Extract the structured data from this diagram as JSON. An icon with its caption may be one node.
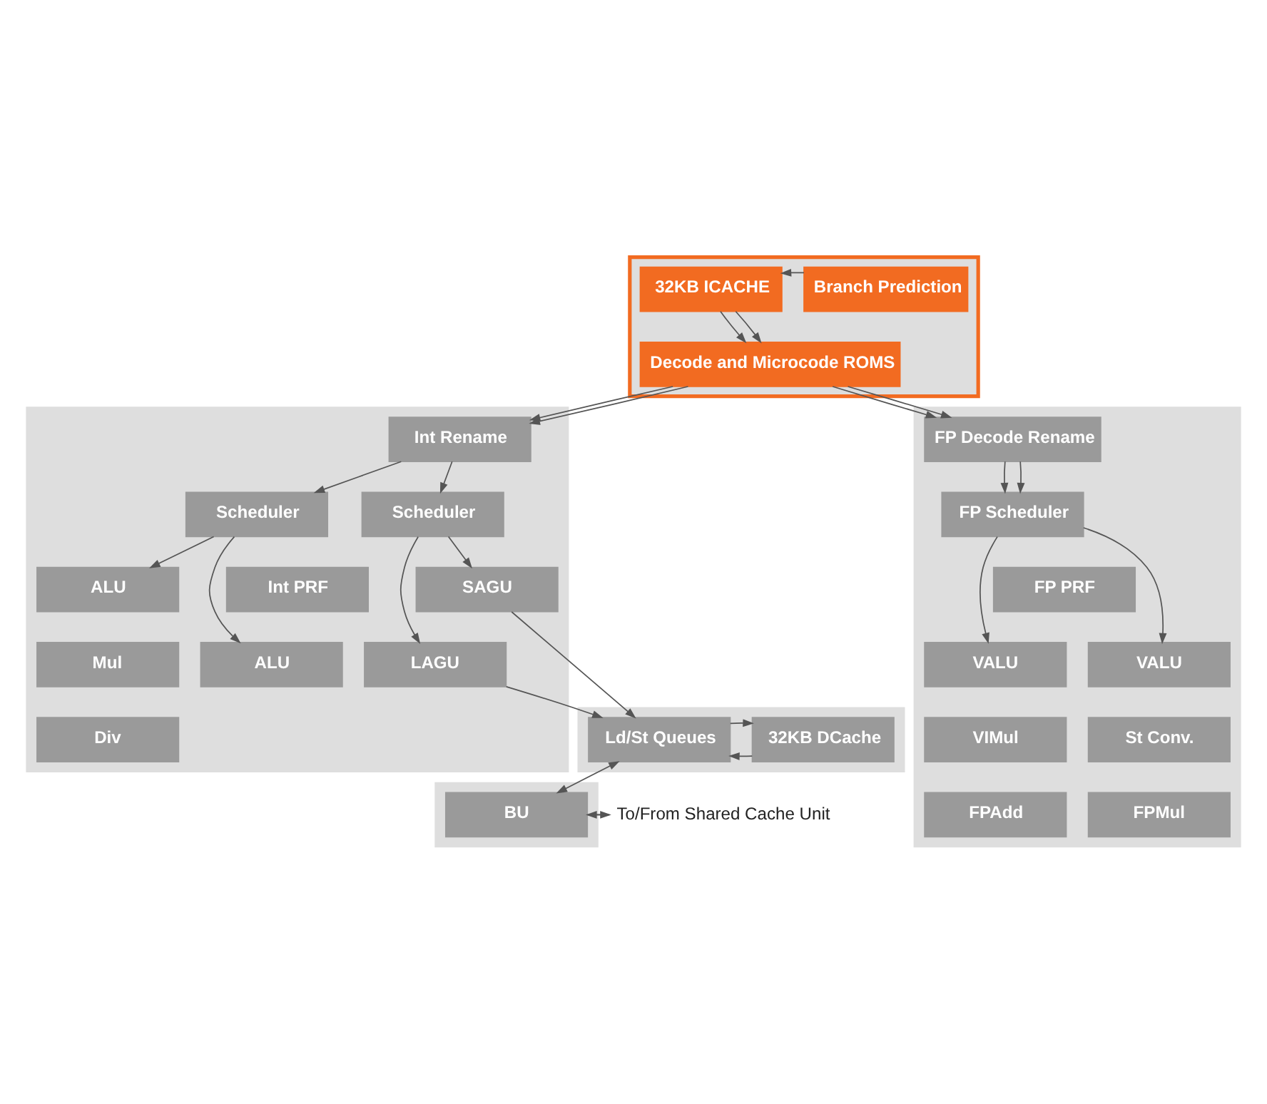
{
  "diagram": {
    "nodes": [
      {
        "text": [],
        "shape": "box"
      },
      {
        "text": [
          "32KB ICACHE"
        ],
        "in": 0
      },
      {
        "text": [
          "Branch Prediction"
        ],
        "in": 0
      },
      {
        "text": [
          "Decode and Microcode ROMS"
        ],
        "in": 0
      },
      {
        "text": [],
        "shape": "box"
      },
      {
        "text": [
          "Int Rename"
        ],
        "in": 4
      },
      {
        "text": [
          "Scheduler"
        ],
        "in": 4
      },
      {
        "text": [
          "Scheduler"
        ],
        "in": 4
      },
      {
        "text": [
          "Int PRF"
        ],
        "in": 4
      },
      {
        "text": [
          "ALU"
        ],
        "in": 4
      },
      {
        "text": [
          "ALU"
        ],
        "in": 4
      },
      {
        "text": [
          "Mul"
        ],
        "in": 4
      },
      {
        "text": [
          "Div"
        ],
        "in": 4
      },
      {
        "text": [
          "LAGU"
        ],
        "in": 4
      },
      {
        "text": [
          "SAGU"
        ],
        "in": 4
      },
      {
        "text": [],
        "shape": "box"
      },
      {
        "text": [
          "FP Decode Rename"
        ],
        "in": 15
      },
      {
        "text": [
          "FP Scheduler"
        ],
        "in": 15
      },
      {
        "text": [
          "FP PRF"
        ],
        "in": 15
      },
      {
        "text": [
          "VALU"
        ],
        "in": 15
      },
      {
        "text": [
          "VALU"
        ],
        "in": 15
      },
      {
        "text": [
          "VIMul"
        ],
        "in": 15
      },
      {
        "text": [
          "St Conv."
        ],
        "in": 15
      },
      {
        "text": [
          "FPAdd"
        ],
        "in": 15
      },
      {
        "text": [
          "FPMul"
        ],
        "in": 15
      },
      {
        "text": [],
        "shape": "box"
      },
      {
        "text": [
          "32KB DCache"
        ],
        "in": 25
      },
      {
        "text": [
          "Ld/St Queues"
        ],
        "in": 25
      },
      {
        "text": [],
        "shape": "box"
      },
      {
        "text": [
          "BU"
        ],
        "in": 28
      },
      {
        "text": [
          "To/From Shared Cache Unit"
        ]
      }
    ],
    "edges": [
      {
        "from": 2,
        "to": 1,
        "arrow": "to"
      },
      {
        "from": 1,
        "to": 3,
        "arrow": "to"
      },
      {
        "from": 1,
        "to": 3,
        "arrow": "to"
      },
      {
        "from": 3,
        "to": 5,
        "arrow": "to"
      },
      {
        "from": 3,
        "to": 5,
        "arrow": "to"
      },
      {
        "from": 3,
        "to": 16,
        "arrow": "to"
      },
      {
        "from": 3,
        "to": 16,
        "arrow": "to"
      },
      {
        "from": 5,
        "to": 6,
        "arrow": "to"
      },
      {
        "from": 5,
        "to": 7,
        "arrow": "to"
      },
      {
        "from": 6,
        "to": 9,
        "arrow": "to"
      },
      {
        "from": 6,
        "to": 10,
        "arrow": "to"
      },
      {
        "from": 7,
        "to": 13,
        "arrow": "to"
      },
      {
        "from": 7,
        "to": 14,
        "arrow": "to"
      },
      {
        "from": 16,
        "to": 17,
        "arrow": "to"
      },
      {
        "from": 16,
        "to": 17,
        "arrow": "to"
      },
      {
        "from": 17,
        "to": 19,
        "arrow": "to"
      },
      {
        "from": 17,
        "to": 20,
        "arrow": "to"
      },
      {
        "from": 13,
        "to": 27,
        "arrow": "to"
      },
      {
        "from": 14,
        "to": 27,
        "arrow": "to"
      },
      {
        "from": 26,
        "to": 27,
        "arrow": "to"
      },
      {
        "from": 27,
        "to": 26,
        "arrow": "to"
      },
      {
        "from": 27,
        "to": 29,
        "arrow": "both"
      },
      {
        "from": 29,
        "to": 30,
        "arrow": "to"
      },
      {
        "from": 30,
        "to": 29,
        "arrow": "to"
      }
    ]
  }
}
